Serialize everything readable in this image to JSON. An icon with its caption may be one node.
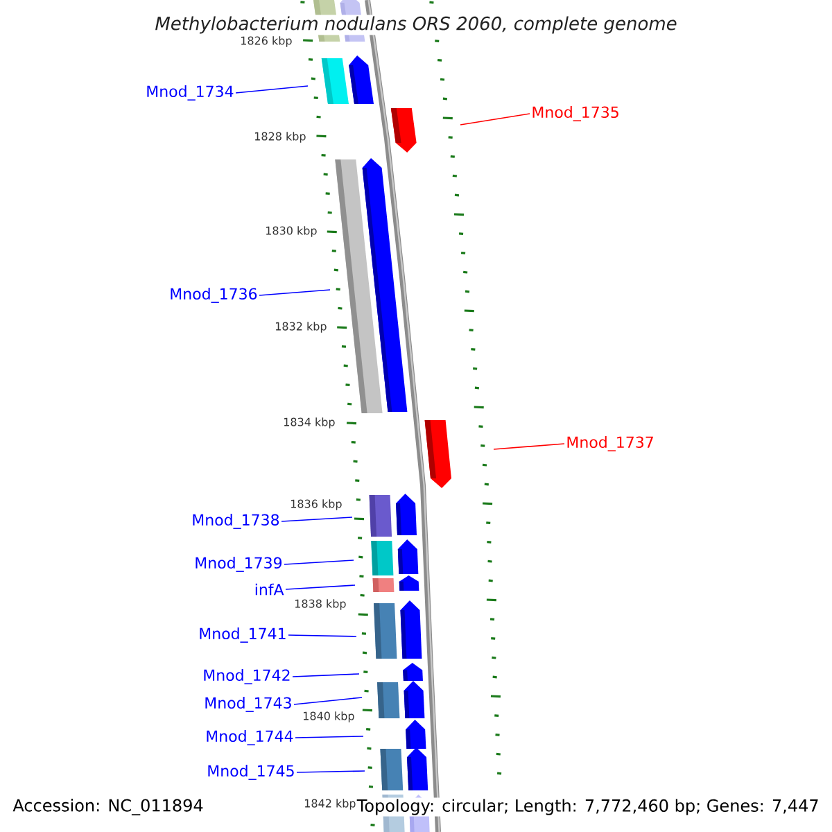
{
  "diagram": {
    "title": "*Methylobacterium nodulans* ORS 2060, complete genome",
    "nodes": [
      {
        "text": [
          "Mnod_1734"
        ]
      },
      {
        "text": [
          "Mnod_1735"
        ]
      },
      {
        "text": [
          "Mnod_1736"
        ]
      },
      {
        "text": [
          "Mnod_1737"
        ]
      },
      {
        "text": [
          "Mnod_1738"
        ]
      },
      {
        "text": [
          "Mnod_1739"
        ]
      },
      {
        "text": [
          "infA"
        ]
      },
      {
        "text": [
          "Mnod_1741"
        ]
      },
      {
        "text": [
          "Mnod_1742"
        ]
      },
      {
        "text": [
          "Mnod_1743"
        ]
      },
      {
        "text": [
          "Mnod_1744"
        ]
      },
      {
        "text": [
          "Mnod_1745"
        ]
      }
    ],
    "edges": [
      {
        "from": 0,
        "to": null,
        "arrow": "none"
      },
      {
        "from": 1,
        "to": null,
        "arrow": "none",
        "color": "#ff0000"
      },
      {
        "from": 2,
        "to": null,
        "arrow": "none"
      },
      {
        "from": 3,
        "to": null,
        "arrow": "none",
        "color": "#ff0000"
      },
      {
        "from": 4,
        "to": null,
        "arrow": "none"
      },
      {
        "from": 5,
        "to": null,
        "arrow": "none"
      },
      {
        "from": 6,
        "to": null,
        "arrow": "none"
      },
      {
        "from": 7,
        "to": null,
        "arrow": "none"
      },
      {
        "from": 8,
        "to": null,
        "arrow": "none"
      },
      {
        "from": 9,
        "to": null,
        "arrow": "none"
      },
      {
        "from": 10,
        "to": null,
        "arrow": "none"
      },
      {
        "from": 11,
        "to": null,
        "arrow": "none"
      }
    ],
    "labels": [
      "1826 kbp",
      "1828 kbp",
      "1830 kbp",
      "1832 kbp",
      "1834 kbp",
      "1836 kbp",
      "1838 kbp",
      "1840 kbp",
      "1842 kbp",
      "Accession: NC_011894",
      "Topology: circular; Length: 7,772,460 bp; Genes: 7,447"
    ]
  }
}
